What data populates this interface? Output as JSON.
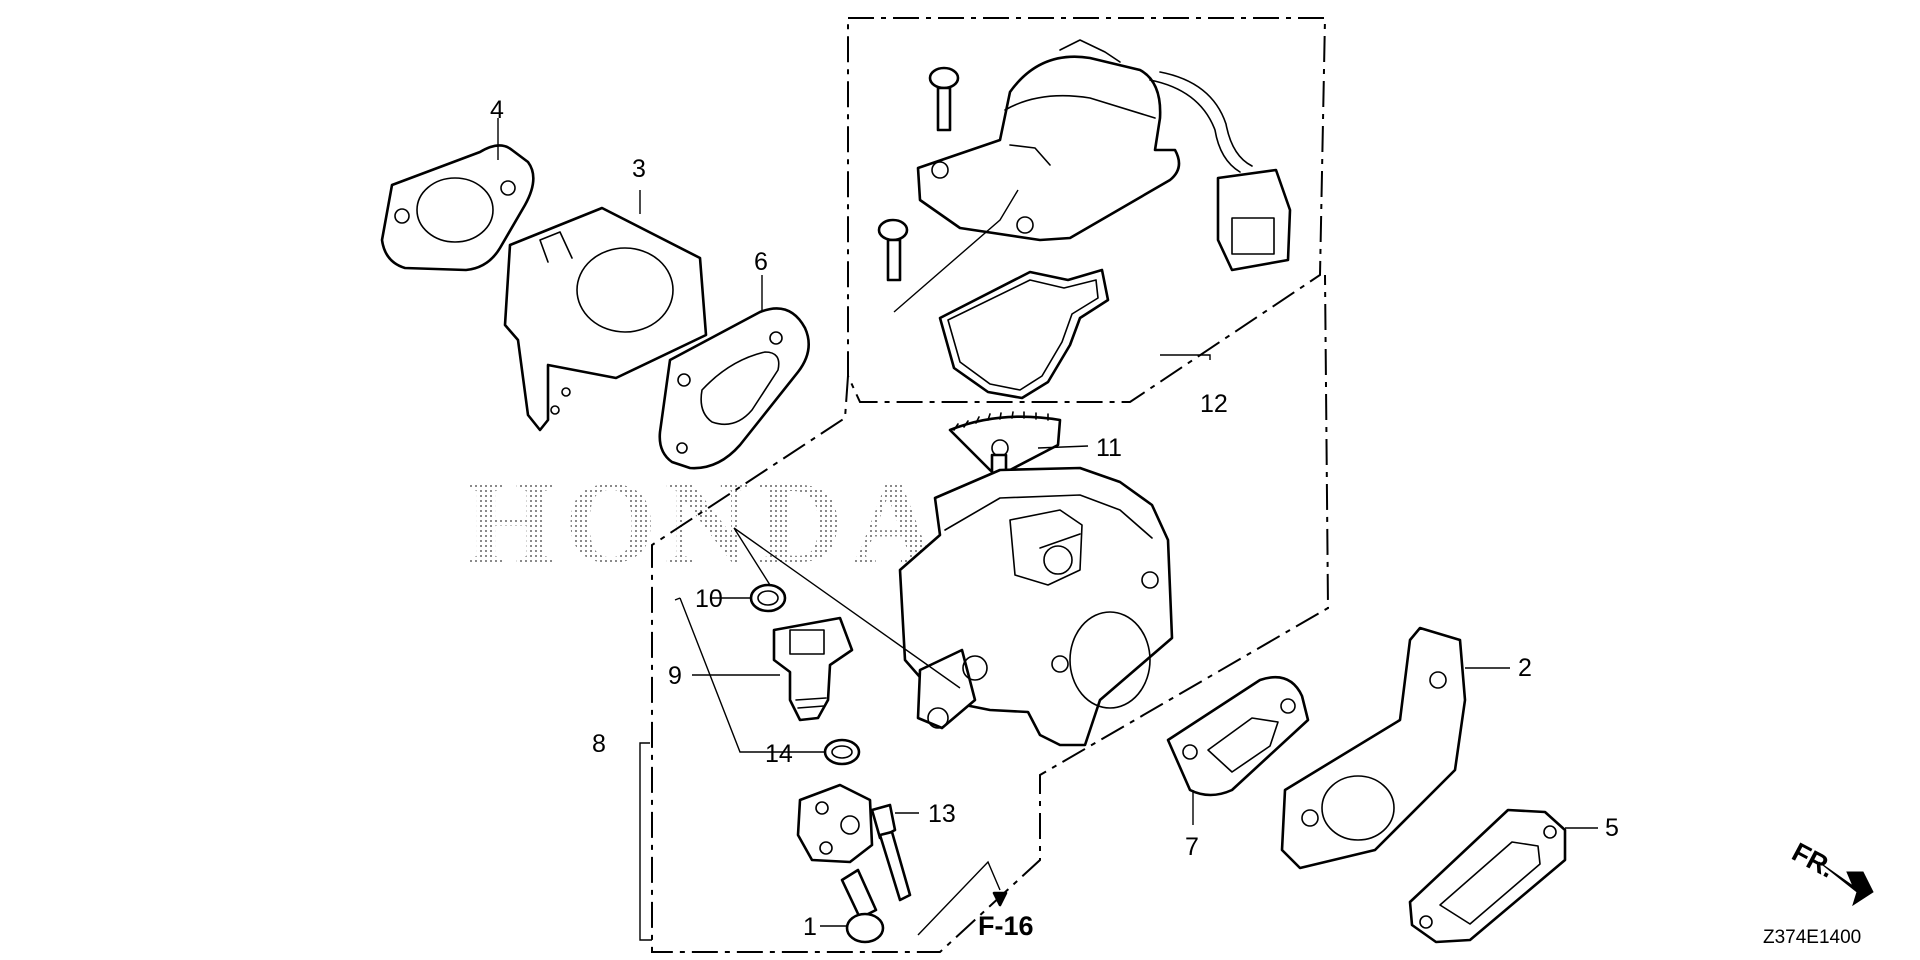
{
  "diagram": {
    "watermark": "HONDA",
    "drawing_code": "Z374E1400",
    "reference": "F-16",
    "direction_label": "FR.",
    "callouts": [
      "1",
      "2",
      "3",
      "4",
      "5",
      "6",
      "7",
      "8",
      "9",
      "10",
      "11",
      "12",
      "13",
      "14"
    ]
  }
}
